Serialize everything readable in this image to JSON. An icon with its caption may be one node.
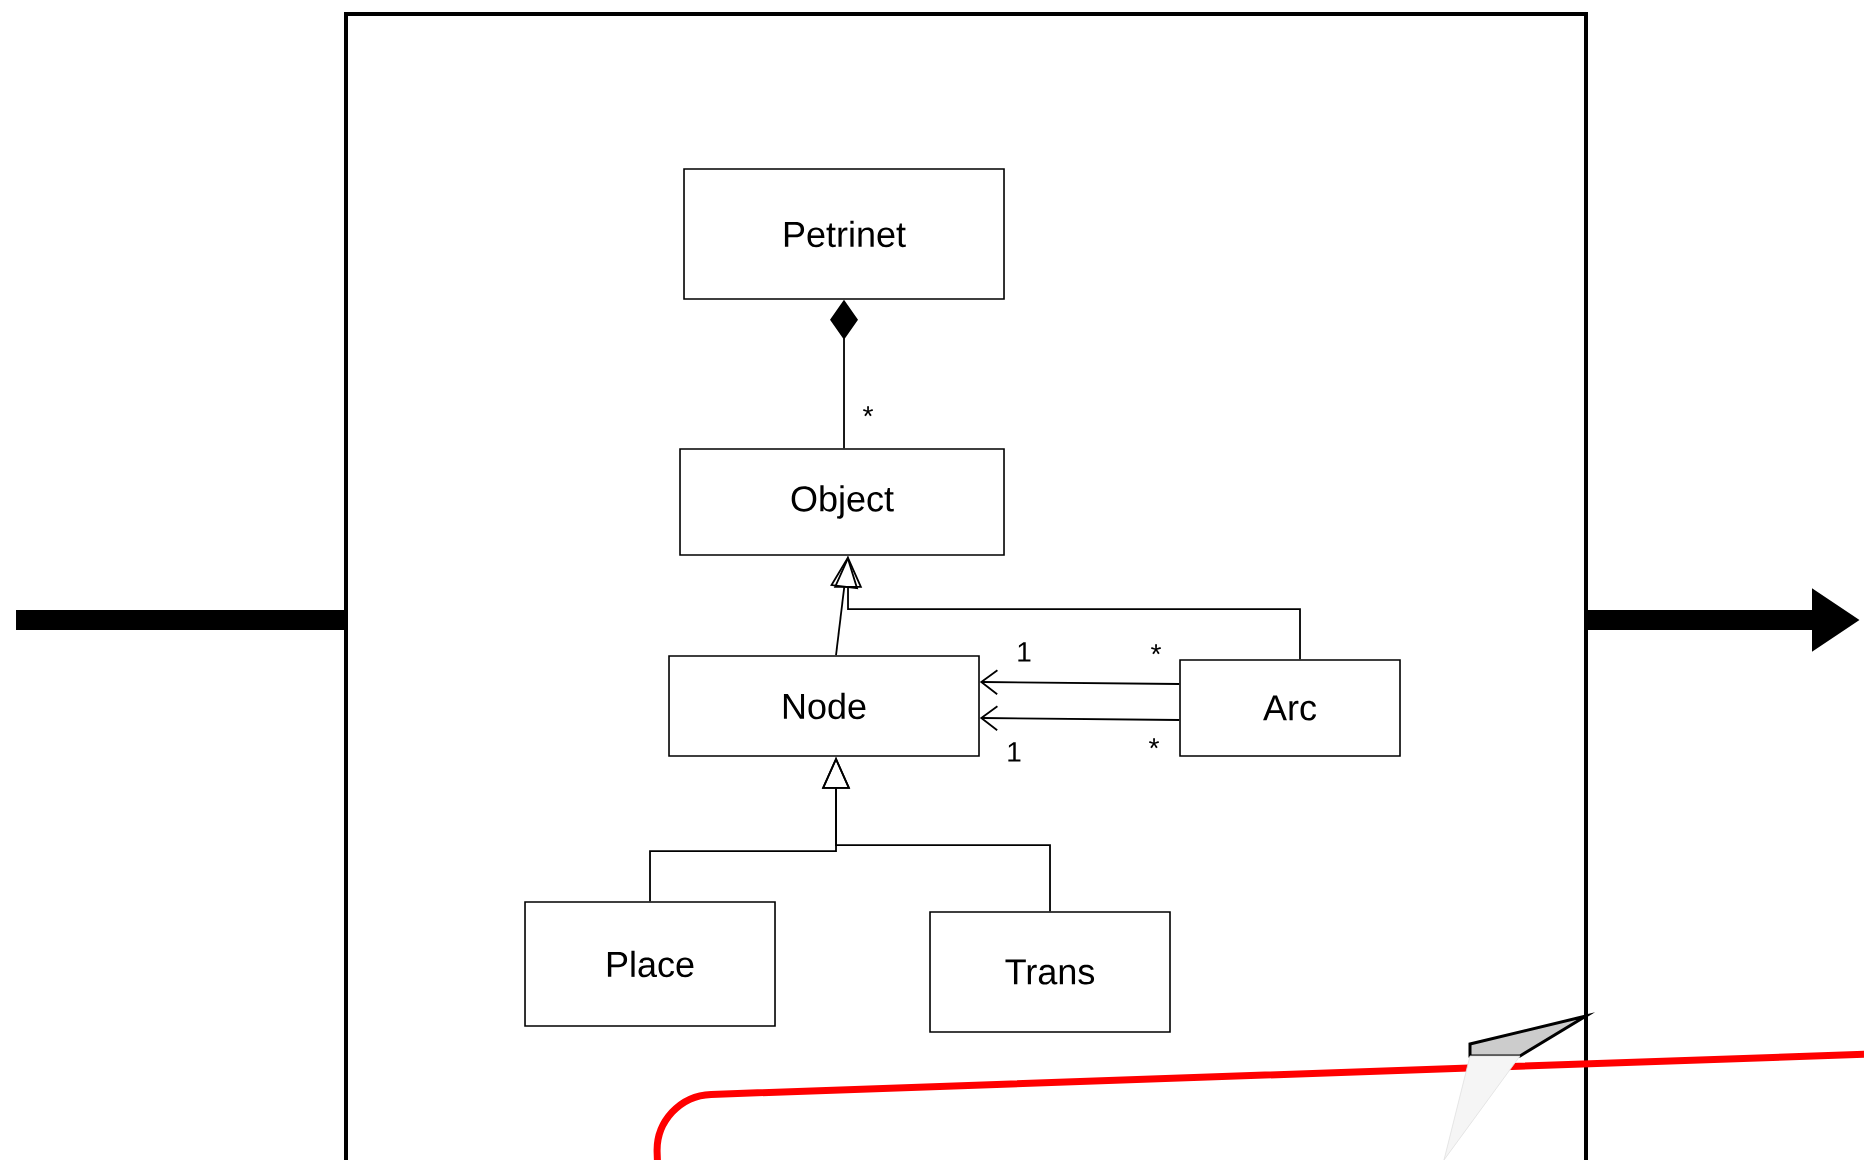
{
  "diagram": {
    "nodes": [
      {
        "text": [],
        "shape": "box"
      },
      {
        "text": [
          "Petrinet"
        ],
        "in": 0
      },
      {
        "text": [
          "Object"
        ],
        "in": 0
      },
      {
        "text": [
          "Node"
        ],
        "in": 0
      },
      {
        "text": [
          "Arc"
        ],
        "in": 0
      },
      {
        "text": [
          "Place"
        ],
        "in": 0
      },
      {
        "text": [
          "Trans"
        ],
        "in": 0
      },
      {
        "text": [],
        "shape": "box"
      }
    ],
    "edges": [
      {
        "from": null,
        "to": 0,
        "arrow": "none",
        "style": "thick"
      },
      {
        "from": 0,
        "to": null,
        "arrow": "to",
        "style": "thick"
      },
      {
        "from": 2,
        "to": 1,
        "arrow": "other"
      },
      {
        "from": 3,
        "to": 2,
        "arrow": "to"
      },
      {
        "from": 4,
        "to": 2,
        "arrow": "to"
      },
      {
        "from": 4,
        "to": 3,
        "arrow": "to"
      },
      {
        "from": 4,
        "to": 3,
        "arrow": "to"
      },
      {
        "from": 5,
        "to": 3,
        "arrow": "to"
      },
      {
        "from": 6,
        "to": 3,
        "arrow": "to"
      }
    ],
    "labels": [
      "*",
      "1",
      "*",
      "1",
      "*"
    ]
  }
}
